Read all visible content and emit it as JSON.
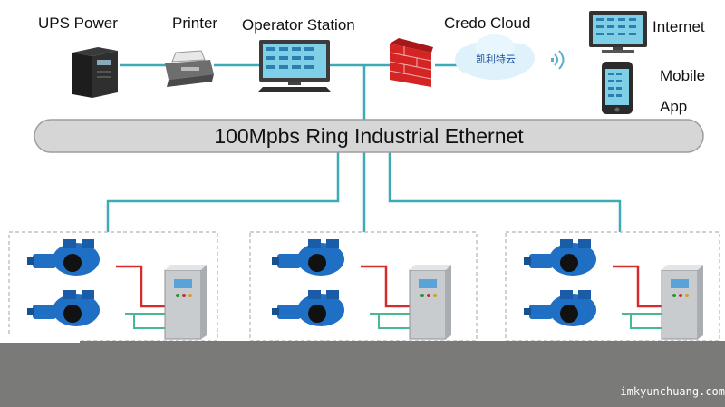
{
  "labels": {
    "ups_power": "UPS Power",
    "printer": "Printer",
    "operator_station": "Operator Station",
    "credo_cloud": "Credo Cloud",
    "internet": "Internet",
    "mobile": "Mobile",
    "app": "App",
    "cloud_text": "凯利特云"
  },
  "ring": {
    "label": "100Mpbs Ring Industrial Ethernet"
  },
  "footer": {
    "watermark": "imkyunchuang.com"
  },
  "colors": {
    "line_cyan": "#3fa9b5",
    "line_red": "#d62b2b",
    "line_green": "#49b78f",
    "ring_fill": "#d6d6d6",
    "pump_blue": "#1f6fc4",
    "cabinet_gray": "#c9cccf",
    "footer_gray": "#7a7a78"
  },
  "pump_station_count": 3
}
